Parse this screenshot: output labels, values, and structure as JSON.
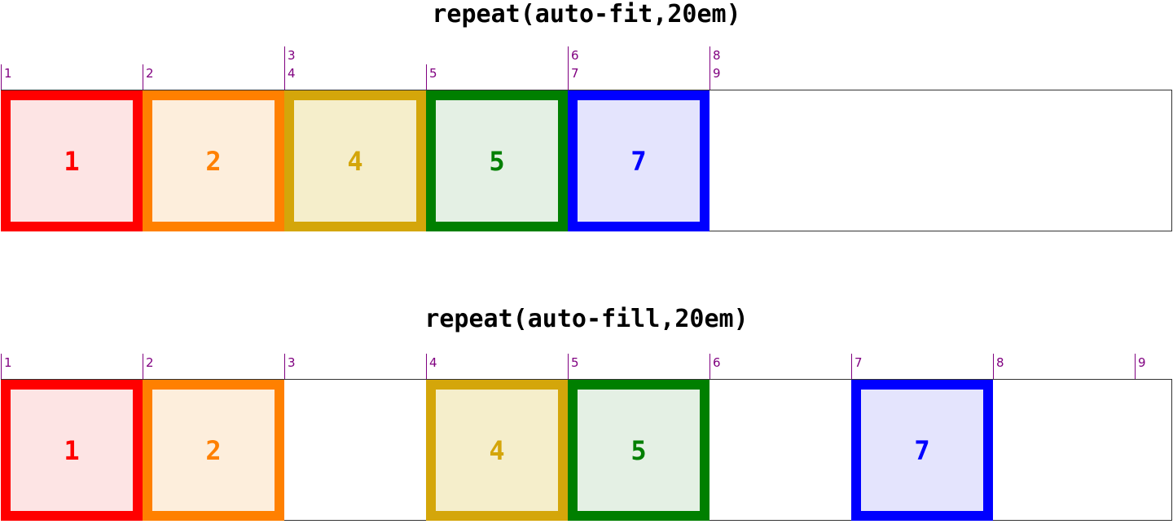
{
  "sections": [
    {
      "title": "repeat(auto-fit,20em)",
      "line_labels": [
        {
          "index": 0,
          "text": "1"
        },
        {
          "index": 1,
          "text": "2"
        },
        {
          "index": 2,
          "text": "3\n4"
        },
        {
          "index": 3,
          "text": "5"
        },
        {
          "index": 4,
          "text": "6\n7"
        },
        {
          "index": 5,
          "text": "8\n9"
        }
      ],
      "items": [
        {
          "label": "1",
          "color": "red",
          "column": 0
        },
        {
          "label": "2",
          "color": "orange",
          "column": 1
        },
        {
          "label": "4",
          "color": "gold",
          "column": 2
        },
        {
          "label": "5",
          "color": "green",
          "column": 3
        },
        {
          "label": "7",
          "color": "blue",
          "column": 4
        }
      ]
    },
    {
      "title": "repeat(auto-fill,20em)",
      "line_labels": [
        {
          "index": 0,
          "text": "1"
        },
        {
          "index": 1,
          "text": "2"
        },
        {
          "index": 2,
          "text": "3"
        },
        {
          "index": 3,
          "text": "4"
        },
        {
          "index": 4,
          "text": "5"
        },
        {
          "index": 5,
          "text": "6"
        },
        {
          "index": 6,
          "text": "7"
        },
        {
          "index": 7,
          "text": "8"
        },
        {
          "index": 8,
          "text": "9"
        }
      ],
      "items": [
        {
          "label": "1",
          "color": "red",
          "column": 0
        },
        {
          "label": "2",
          "color": "orange",
          "column": 1
        },
        {
          "label": "4",
          "color": "gold",
          "column": 3
        },
        {
          "label": "5",
          "color": "green",
          "column": 4
        },
        {
          "label": "7",
          "color": "blue",
          "column": 6
        }
      ]
    }
  ],
  "colors": {
    "line": "#800080",
    "red": {
      "border": "#ff0000",
      "fill": "#fde4e4",
      "text": "#ff0000"
    },
    "orange": {
      "border": "#ff8000",
      "fill": "#fdeedc",
      "text": "#ff8000"
    },
    "gold": {
      "border": "#d4a60a",
      "fill": "#f5eecb",
      "text": "#d4a60a"
    },
    "green": {
      "border": "#007f00",
      "fill": "#e4f0e4",
      "text": "#007f00"
    },
    "blue": {
      "border": "#0000ff",
      "fill": "#e4e4fd",
      "text": "#0000ff"
    }
  }
}
